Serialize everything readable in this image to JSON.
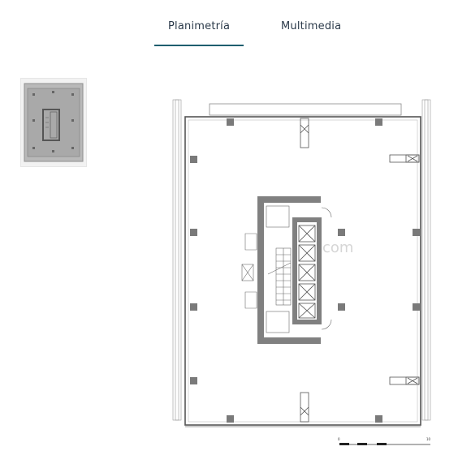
{
  "tabs": {
    "items": [
      {
        "label": "Planimetría",
        "active": true
      },
      {
        "label": "Multimedia",
        "active": false
      }
    ]
  },
  "thumbnail": {
    "selected": true
  },
  "floorplan": {
    "watermark": "com",
    "scale_bar": {
      "start": "0",
      "end": "10"
    }
  },
  "colors": {
    "accent": "#1f5e6e",
    "text": "#2b3a4a",
    "core": "#808080",
    "column": "#7a7a7a"
  }
}
